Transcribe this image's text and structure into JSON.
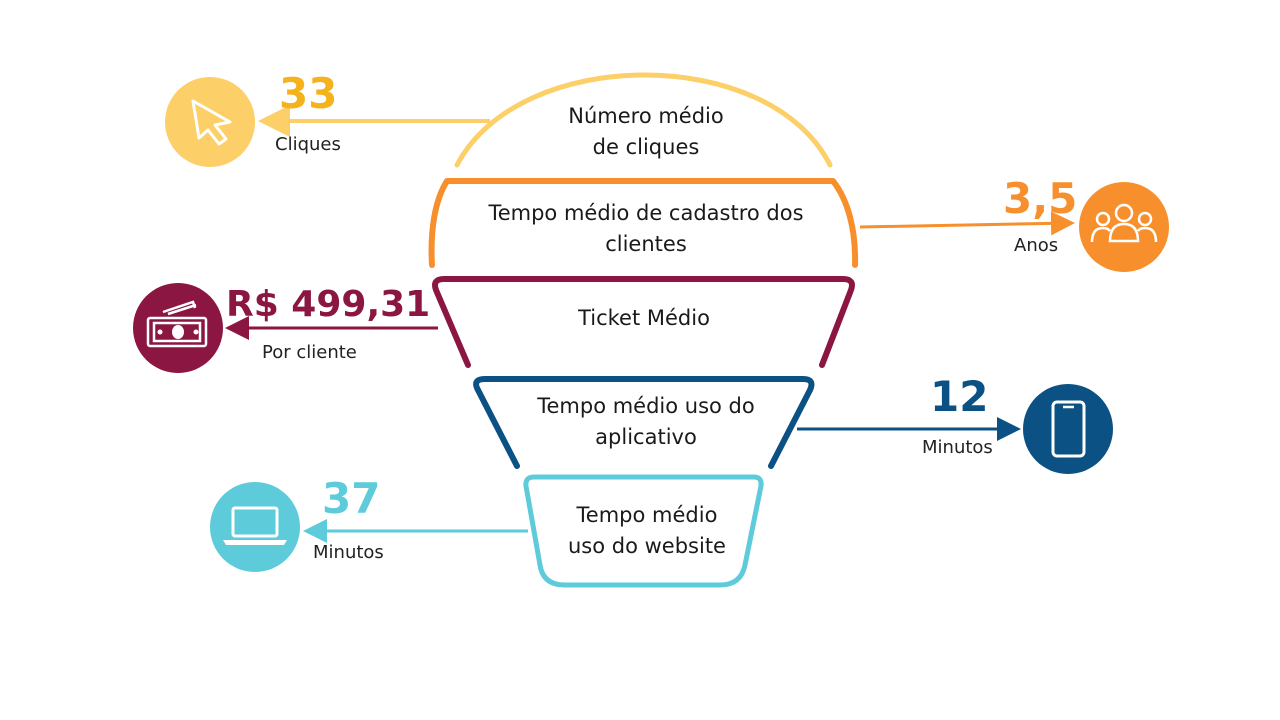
{
  "colors": {
    "clicks": "#FCCF68",
    "registration": "#F7902C",
    "ticket": "#8B1641",
    "app": "#0B5183",
    "website": "#5DCBDA"
  },
  "segments": [
    {
      "id": "clicks",
      "label": "Número médio\nde cliques",
      "value": "33",
      "unit": "Cliques",
      "icon": "cursor-icon"
    },
    {
      "id": "registration",
      "label": "Tempo médio de cadastro dos\nclientes",
      "value": "3,5",
      "unit": "Anos",
      "icon": "users-icon"
    },
    {
      "id": "ticket",
      "label": "Ticket Médio",
      "value": "R$ 499,31",
      "unit": "Por cliente",
      "icon": "money-icon"
    },
    {
      "id": "app",
      "label": "Tempo médio uso do\naplicativo",
      "value": "12",
      "unit": "Minutos",
      "icon": "smartphone-icon"
    },
    {
      "id": "website",
      "label": "Tempo médio\nuso do website",
      "value": "37",
      "unit": "Minutos",
      "icon": "laptop-icon"
    }
  ]
}
